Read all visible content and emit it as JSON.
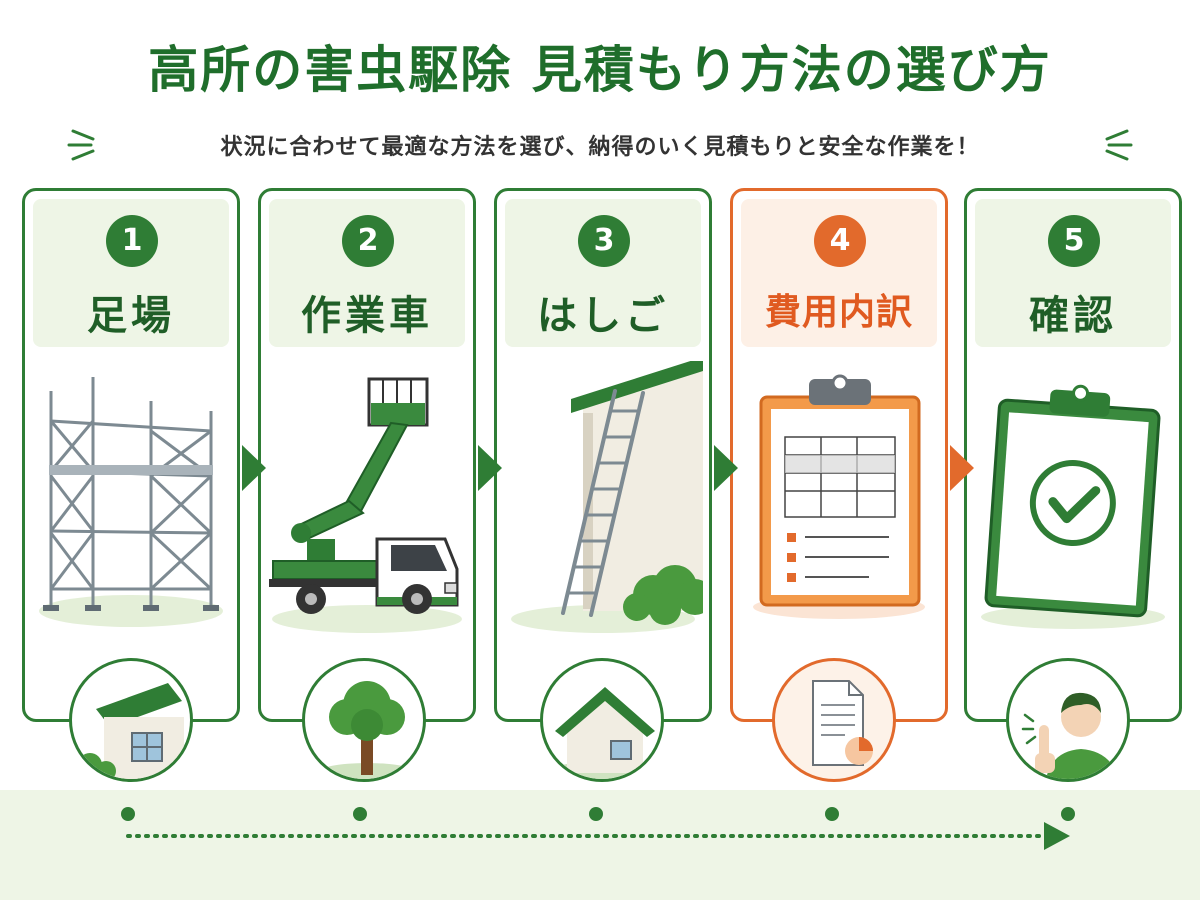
{
  "header": {
    "title": "高所の害虫駆除 見積もり方法の選び方",
    "subtitle": "状況に合わせて最適な方法を選び、納得のいく見積もりと安全な作業を！"
  },
  "colors": {
    "primary": "#2f7d35",
    "dark_green": "#1f6e2b",
    "accent": "#e26a2c",
    "light_green": "#eef5e6"
  },
  "steps": [
    {
      "number": "1",
      "label": "足場",
      "icon": "scaffolding-icon",
      "circle_icon": "house-eave-icon"
    },
    {
      "number": "2",
      "label": "作業車",
      "icon": "aerial-work-truck-icon",
      "circle_icon": "tree-icon"
    },
    {
      "number": "3",
      "label": "はしご",
      "icon": "ladder-icon",
      "circle_icon": "house-roof-icon"
    },
    {
      "number": "4",
      "label": "費用内訳",
      "icon": "cost-clipboard-icon",
      "circle_icon": "document-pie-chart-icon",
      "highlighted": true
    },
    {
      "number": "5",
      "label": "確認",
      "icon": "check-clipboard-icon",
      "circle_icon": "person-pointing-icon"
    }
  ]
}
